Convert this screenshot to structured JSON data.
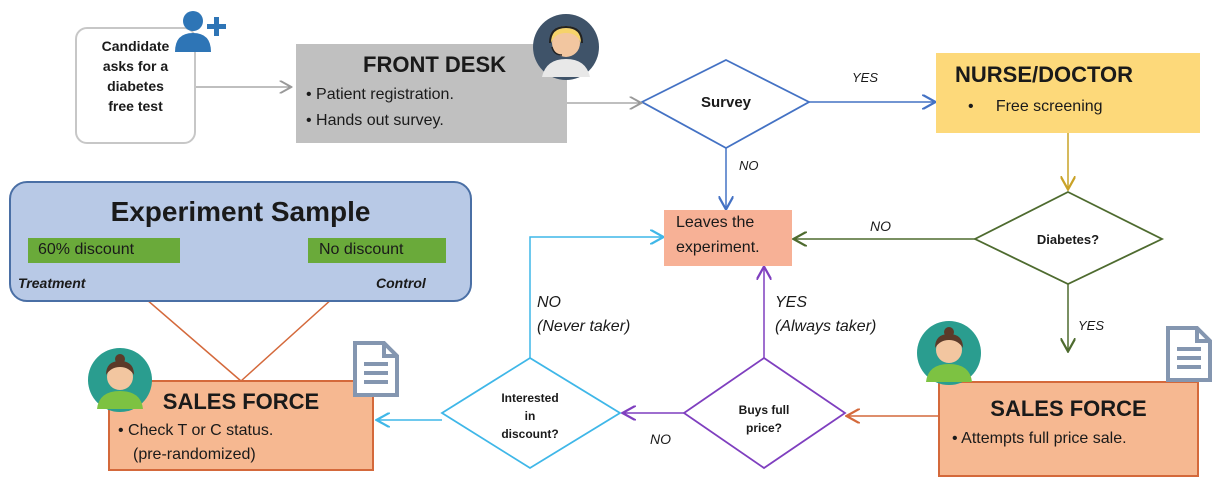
{
  "candidate": {
    "line1": "Candidate",
    "line2": "asks for a",
    "line3": "diabetes",
    "line4": "free test"
  },
  "front_desk": {
    "title": "FRONT DESK",
    "bullets": [
      "Patient registration.",
      "Hands out survey."
    ]
  },
  "survey": {
    "label": "Survey",
    "yes": "YES",
    "no": "NO"
  },
  "nurse": {
    "title": "NURSE/DOCTOR",
    "bullet": "Free screening"
  },
  "diabetes": {
    "label": "Diabetes?",
    "no": "NO",
    "yes": "YES"
  },
  "leaves": {
    "line1": "Leaves the",
    "line2": "experiment."
  },
  "sample": {
    "title": "Experiment Sample",
    "treatment_box": "60% discount",
    "control_box": "No discount",
    "treatment_label": "Treatment",
    "control_label": "Control"
  },
  "sales_right": {
    "title": "SALES FORCE",
    "bullet": "Attempts full price sale."
  },
  "buys": {
    "line1": "Buys full",
    "line2": "price?",
    "yes1": "YES",
    "yes2": "(Always taker)",
    "no": "NO"
  },
  "interested": {
    "line1": "Interested",
    "line2": "in",
    "line3": "discount?",
    "no1": "NO",
    "no2": "(Never taker)"
  },
  "sales_left": {
    "title": "SALES FORCE",
    "bullet": "Check T or C status.",
    "sub": "(pre-randomized)"
  },
  "colors": {
    "front_desk": "#c0c0c0",
    "nurse": "#fdd97a",
    "leaves": "#f7b196",
    "sample_bg": "#b8c9e6",
    "green": "#6aaa3a",
    "sales": "#f6b891",
    "icon_blue": "#2e75b6"
  },
  "icons": [
    "add-user-icon",
    "receptionist-icon",
    "salesperson-icon",
    "document-icon"
  ]
}
